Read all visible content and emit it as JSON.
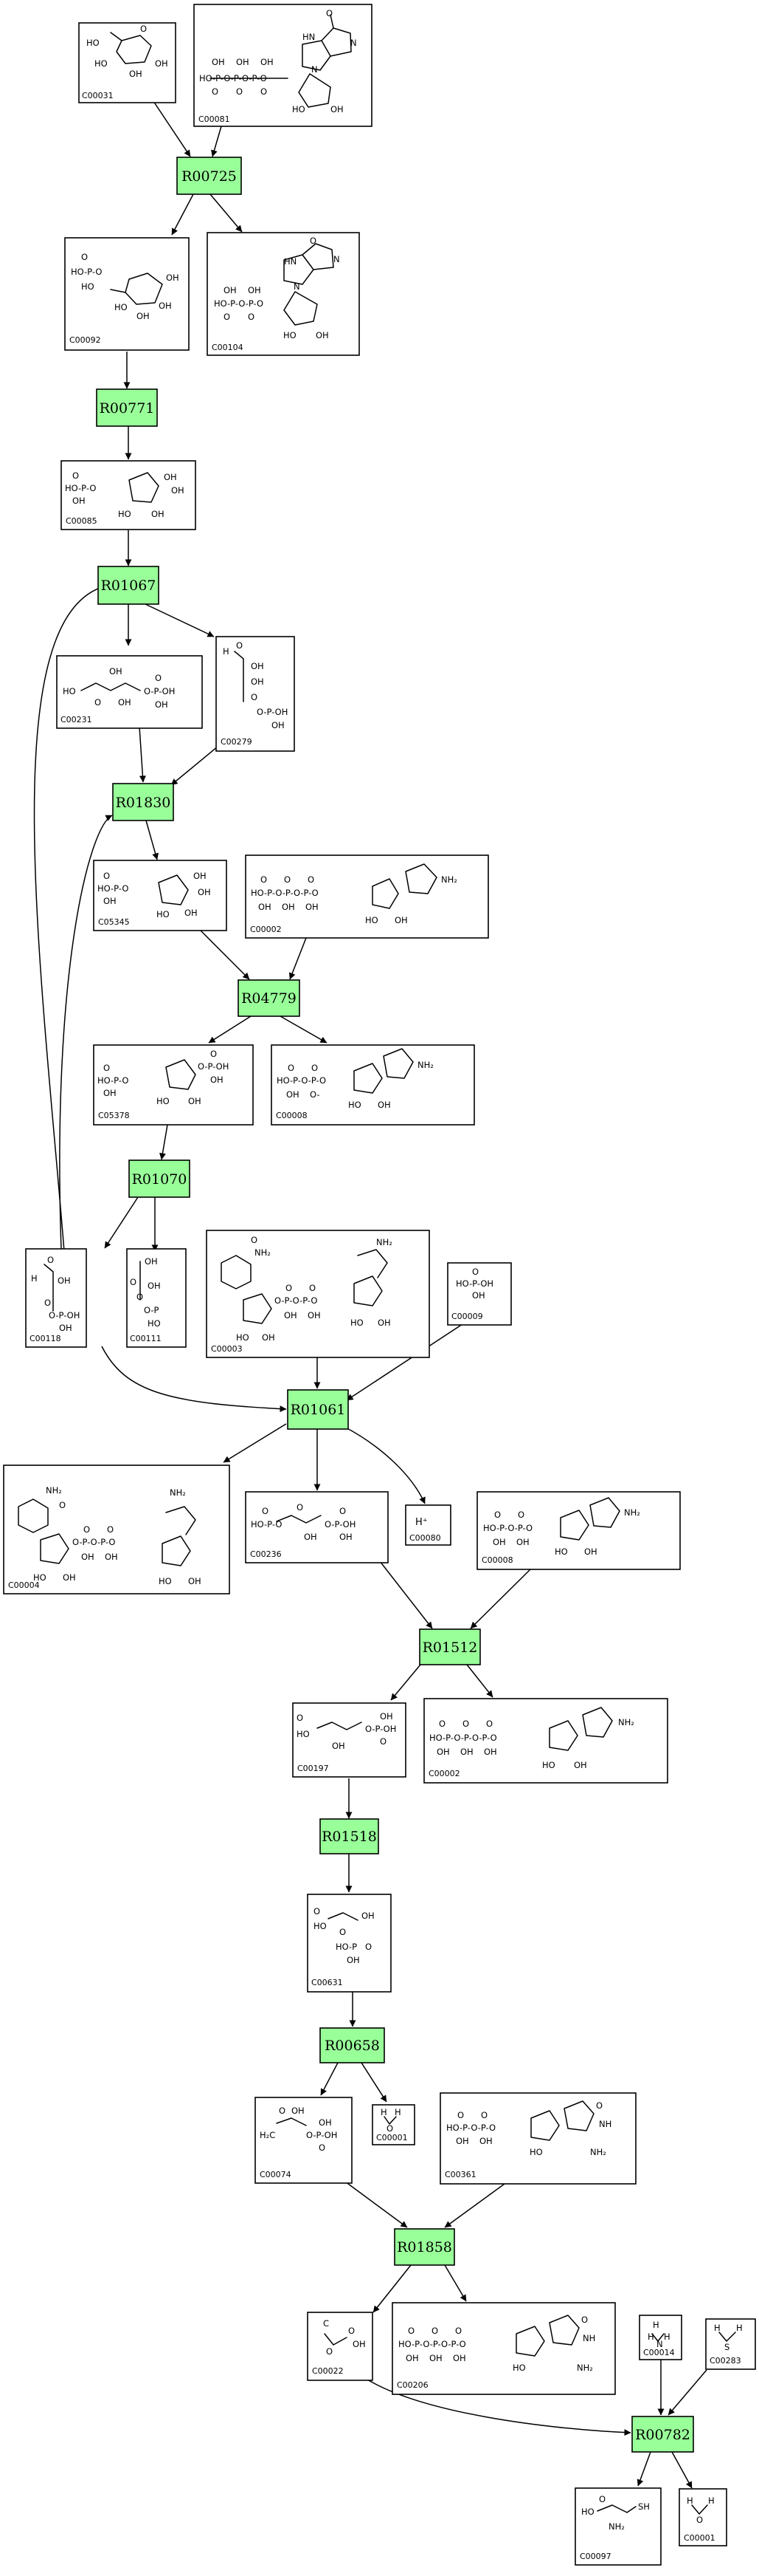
{
  "compounds": [
    {
      "id": "C00031"
    },
    {
      "id": "C00081"
    },
    {
      "id": "C00092"
    },
    {
      "id": "C00104"
    },
    {
      "id": "C00085"
    },
    {
      "id": "C00231"
    },
    {
      "id": "C00279"
    },
    {
      "id": "C05345"
    },
    {
      "id": "C00002"
    },
    {
      "id": "C05378"
    },
    {
      "id": "C00008"
    },
    {
      "id": "C00118"
    },
    {
      "id": "C00111"
    },
    {
      "id": "C00003"
    },
    {
      "id": "C00009"
    },
    {
      "id": "C00004"
    },
    {
      "id": "C00236"
    },
    {
      "id": "C00080",
      "formula": "H⁺"
    },
    {
      "id": "C00008"
    },
    {
      "id": "C00197"
    },
    {
      "id": "C00002"
    },
    {
      "id": "C00631"
    },
    {
      "id": "C00074"
    },
    {
      "id": "C00001",
      "formula": "H₂O"
    },
    {
      "id": "C00361"
    },
    {
      "id": "C00022"
    },
    {
      "id": "C00206"
    },
    {
      "id": "C00014",
      "formula": "NH₃"
    },
    {
      "id": "C00283",
      "formula": "H₂S"
    },
    {
      "id": "C00097"
    },
    {
      "id": "C00001",
      "formula": "H₂O"
    }
  ],
  "reactions": [
    {
      "id": "R00725"
    },
    {
      "id": "R00771"
    },
    {
      "id": "R01067"
    },
    {
      "id": "R01830"
    },
    {
      "id": "R04779"
    },
    {
      "id": "R01070"
    },
    {
      "id": "R01061"
    },
    {
      "id": "R01512"
    },
    {
      "id": "R01518"
    },
    {
      "id": "R00658"
    },
    {
      "id": "R01858"
    },
    {
      "id": "R00782"
    }
  ]
}
